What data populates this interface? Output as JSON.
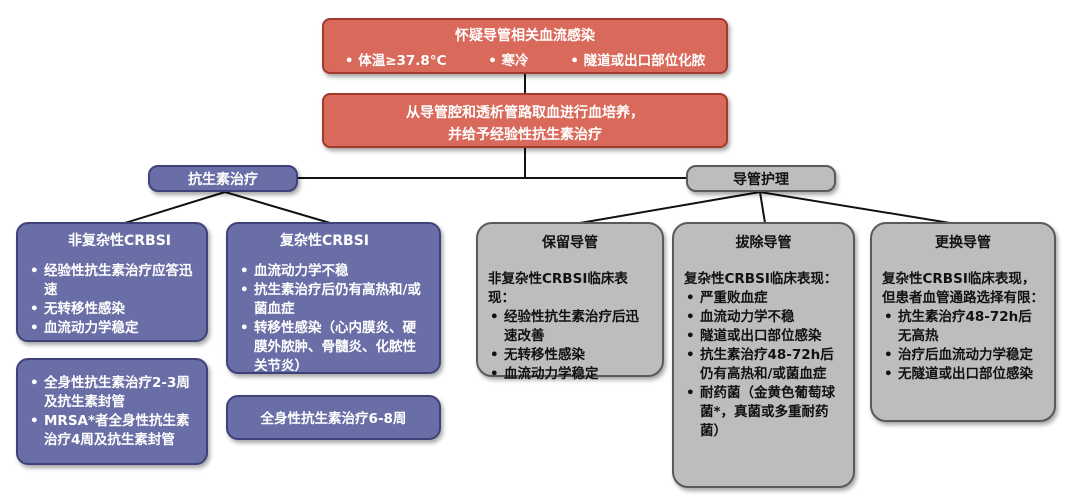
{
  "top": {
    "title": "怀疑导管相关血流感染",
    "criteria": [
      "体温≥37.8°C",
      "寒冷",
      "隧道或出口部位化脓"
    ]
  },
  "culture": {
    "line1": "从导管腔和透析管路取血进行血培养，",
    "line2": "并给予经验性抗生素治疗"
  },
  "antibiotic": {
    "label": "抗生素治疗",
    "uncomplicated": {
      "title": "非复杂性CRBSI",
      "items": [
        "经验性抗生素治疗应答迅速",
        "无转移性感染",
        "血流动力学稳定"
      ]
    },
    "uncomplicated_plan": {
      "items": [
        "全身性抗生素治疗2-3周及抗生素封管",
        "MRSA*者全身性抗生素治疗4周及抗生素封管"
      ]
    },
    "complicated": {
      "title": "复杂性CRBSI",
      "items": [
        "血流动力学不稳",
        "抗生素治疗后仍有高热和/或菌血症",
        "转移性感染（心内膜炎、硬膜外脓肿、骨髓炎、化脓性关节炎）"
      ]
    },
    "complicated_plan": "全身性抗生素治疗6-8周"
  },
  "catheter": {
    "label": "导管护理",
    "retain": {
      "title": "保留导管",
      "subtitle": "非复杂性CRBSI临床表现：",
      "items": [
        "经验性抗生素治疗后迅速改善",
        "无转移性感染",
        "血流动力学稳定"
      ]
    },
    "remove": {
      "title": "拔除导管",
      "subtitle": "复杂性CRBSI临床表现：",
      "items": [
        "严重败血症",
        "血流动力学不稳",
        "隧道或出口部位感染",
        "抗生素治疗48-72h后仍有高热和/或菌血症",
        "耐药菌（金黄色葡萄球菌*，真菌或多重耐药菌）"
      ]
    },
    "replace": {
      "title": "更换导管",
      "subtitle": "复杂性CRBSI临床表现，但患者血管通路选择有限：",
      "items": [
        "抗生素治疗48-72h后无高热",
        "治疗后血流动力学稳定",
        "无隧道或出口部位感染"
      ]
    }
  }
}
